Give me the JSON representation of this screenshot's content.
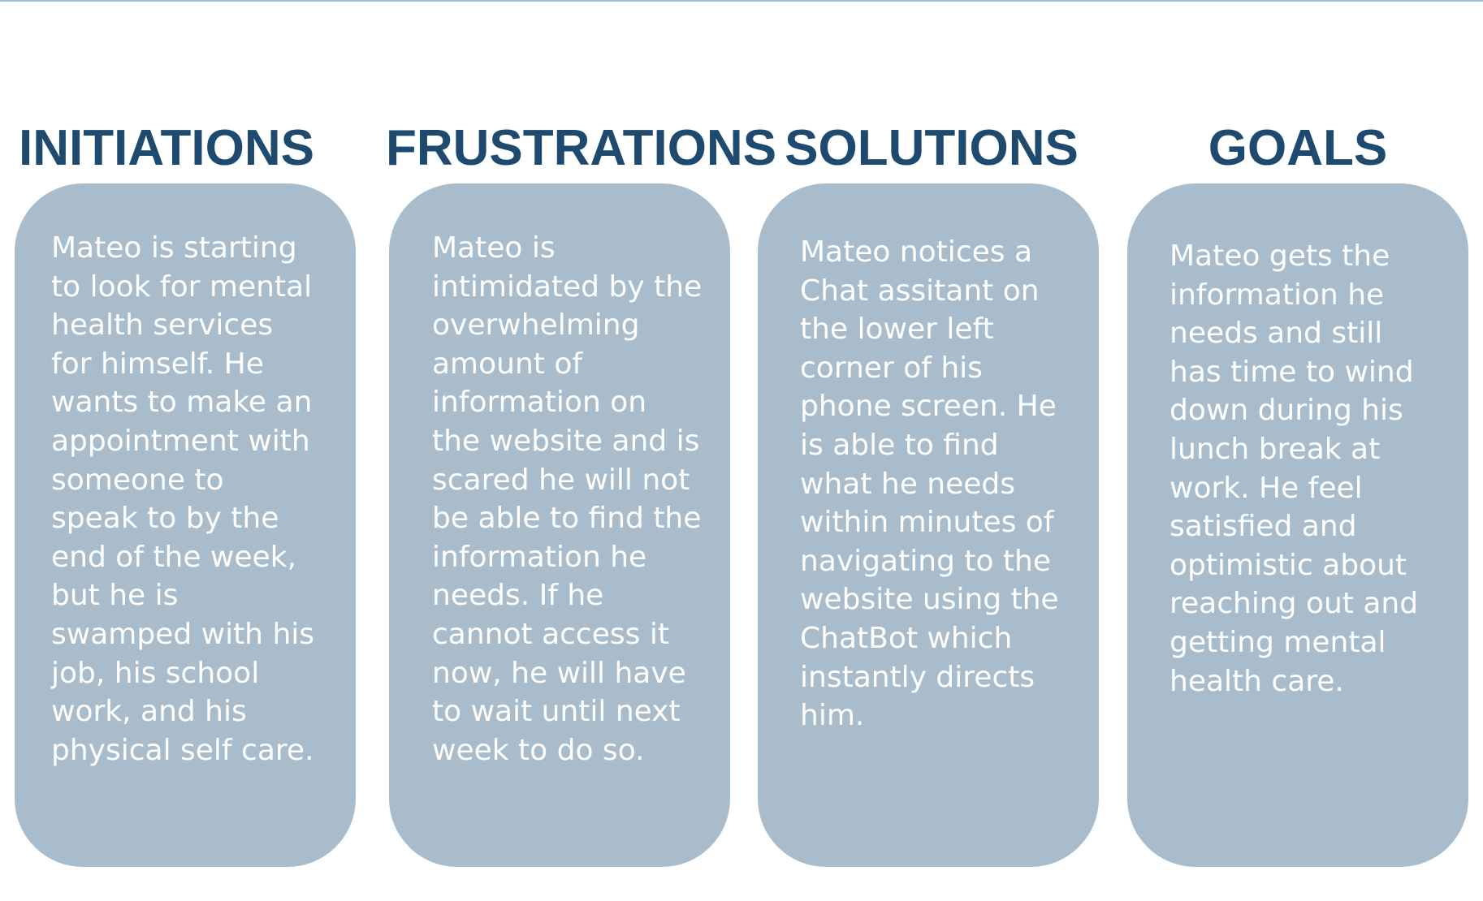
{
  "columns": [
    {
      "heading": "INITIATIONS",
      "body": "Mateo is starting\nto look for mental\nhealth services\nfor himself. He\nwants to make an\nappointment with\nsomeone to\nspeak to by the\nend of the week,\nbut he is\nswamped with his\njob, his school\nwork, and his\nphysical self care."
    },
    {
      "heading": "FRUSTRATIONS",
      "body": "Mateo is\nintimidated by the\noverwhelming\namount of\ninformation on\nthe website and is\nscared he will not\nbe able to find the\ninformation he\nneeds. If he\ncannot access it\nnow, he will have\nto wait until next\nweek to do so."
    },
    {
      "heading": "SOLUTIONS",
      "body": "Mateo notices a\nChat assitant on\nthe lower left\ncorner of his\nphone screen. He\nis able to find\nwhat he needs\nwithin minutes of\nnavigating to the\nwebsite using the\nChatBot which\ninstantly directs\nhim."
    },
    {
      "heading": "GOALS",
      "body": "Mateo gets the\ninformation he\nneeds and still\nhas time to wind\ndown during his\nlunch break at\nwork. He feel\nsatisfied and\noptimistic about\nreaching out and\ngetting mental\nhealth care."
    }
  ],
  "colors": {
    "heading": "#1d4a6e",
    "card": "#a9bccb",
    "card_text": "#ffffff",
    "top_rule": "#9ec0df"
  }
}
